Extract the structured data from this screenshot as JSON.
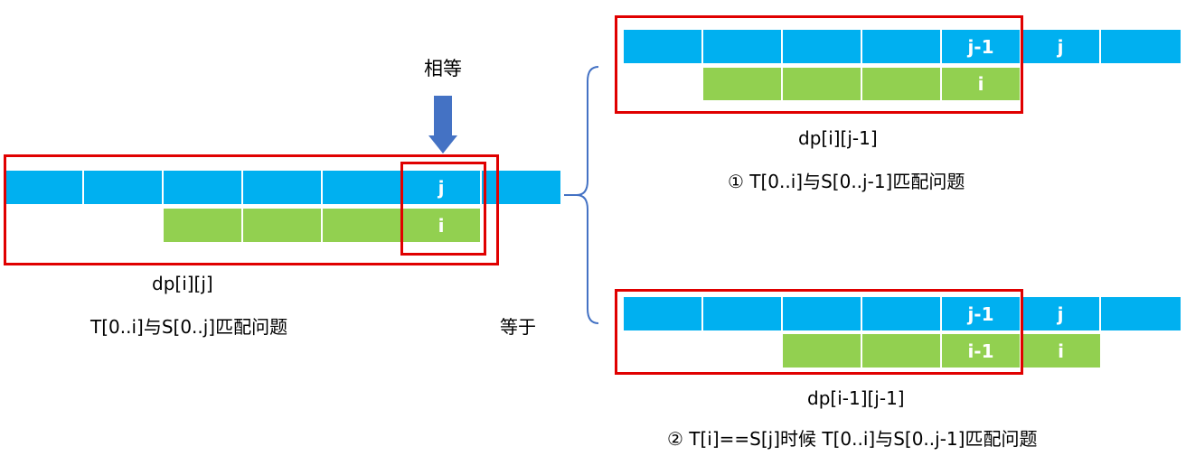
{
  "colors": {
    "blue": "#00b0f0",
    "green": "#92d050",
    "red": "#e00000",
    "arrow": "#4472c4",
    "brace": "#4472c4"
  },
  "left": {
    "arrow_label": "相等",
    "top_row_labels": [
      "",
      "",
      "",
      "",
      "",
      "j",
      ""
    ],
    "bottom_row_labels": [
      "",
      "",
      "",
      "i"
    ],
    "dp_label": "dp[i][j]",
    "desc": "T[0..i]与S[0..j]匹配问题"
  },
  "equals_label": "等于",
  "case1": {
    "top_row_labels": [
      "",
      "",
      "",
      "",
      "j-1",
      "j",
      ""
    ],
    "bottom_row_labels": [
      "",
      "",
      "",
      "i"
    ],
    "dp_label": "dp[i][j-1]",
    "desc": "① T[0..i]与S[0..j-1]匹配问题"
  },
  "case2": {
    "top_row_labels": [
      "",
      "",
      "",
      "",
      "j-1",
      "j",
      ""
    ],
    "bottom_row_labels": [
      "",
      "",
      "i-1",
      "i"
    ],
    "dp_label": "dp[i-1][j-1]",
    "desc": "② T[i]==S[j]时候 T[0..i]与S[0..j-1]匹配问题"
  }
}
